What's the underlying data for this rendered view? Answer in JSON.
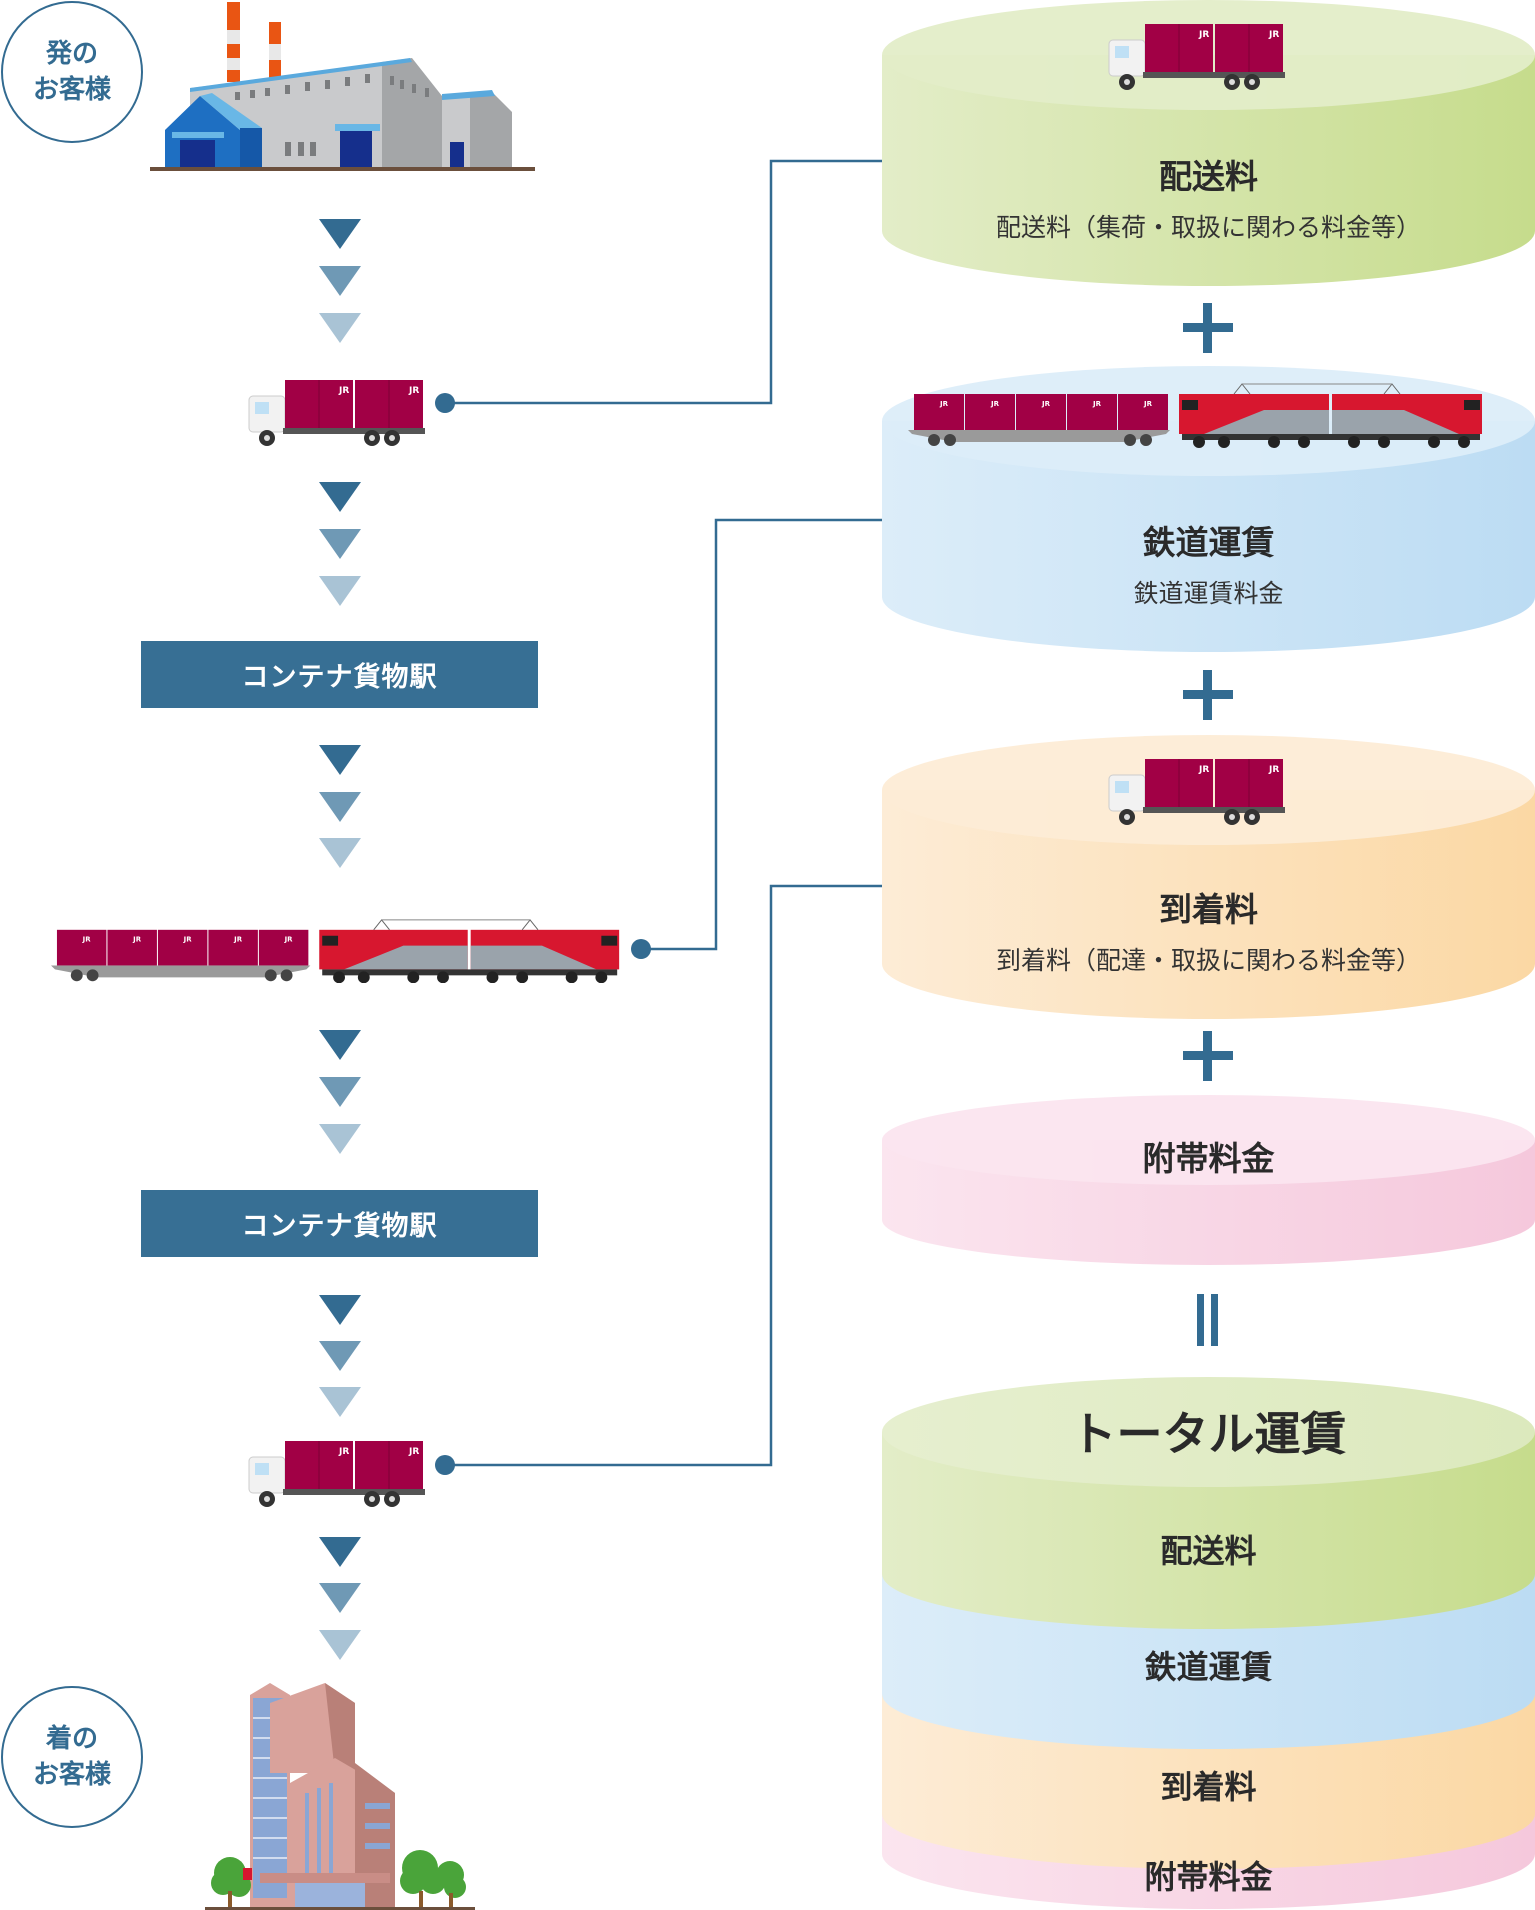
{
  "flow": {
    "origin_customer": {
      "line1": "発の",
      "line2": "お客様"
    },
    "destination_customer": {
      "line1": "着の",
      "line2": "お客様"
    },
    "stations": [
      {
        "label": "コンテナ貨物駅"
      },
      {
        "label": "コンテナ貨物駅"
      }
    ],
    "steps": [
      "factory",
      "truck",
      "container-station",
      "freight-train",
      "container-station",
      "truck",
      "office-building"
    ],
    "truck_logo": "JR"
  },
  "fees": [
    {
      "key": "delivery",
      "title": "配送料",
      "subtitle": "配送料（集荷・取扱に関わる料金等）",
      "icon": "truck-icon",
      "color_light": "#e3edc8",
      "color_dark": "#c6dc8c"
    },
    {
      "key": "rail",
      "title": "鉄道運賃",
      "subtitle": "鉄道運賃料金",
      "icon": "freight-train-icon",
      "color_light": "#dcedf9",
      "color_dark": "#bcdcf3"
    },
    {
      "key": "arrival",
      "title": "到着料",
      "subtitle": "到着料（配達・取扱に関わる料金等）",
      "icon": "truck-icon",
      "color_light": "#fdecd6",
      "color_dark": "#fbd8a4"
    },
    {
      "key": "surcharge",
      "title": "附帯料金",
      "subtitle": "",
      "icon": "",
      "color_light": "#fbe5ef",
      "color_dark": "#f5c8dc"
    }
  ],
  "operators": [
    "+",
    "+",
    "+",
    "="
  ],
  "total": {
    "title": "トータル運賃",
    "layers": [
      "配送料",
      "鉄道運賃",
      "到着料",
      "附帯料金"
    ]
  },
  "colors": {
    "accent": "#336b91",
    "station": "#376f94",
    "arrow_dark": "#336b91",
    "arrow_mid": "#6f99b5",
    "arrow_light": "#a9c3d5",
    "container": "#a10045",
    "locomotive": "#d7172f"
  }
}
